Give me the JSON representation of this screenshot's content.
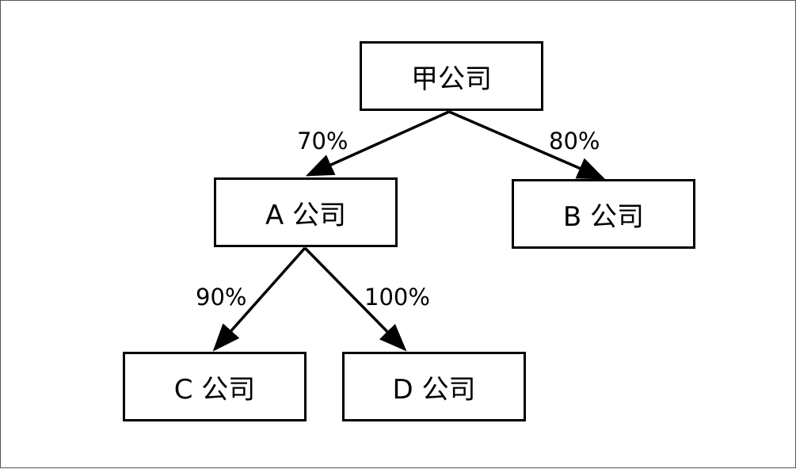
{
  "nodes": {
    "parent": "甲公司",
    "a": "A 公司",
    "b": "B 公司",
    "c": "C 公司",
    "d": "D 公司"
  },
  "edges": {
    "parent_to_a": "70%",
    "parent_to_b": "80%",
    "a_to_c": "90%",
    "a_to_d": "100%"
  },
  "colors": {
    "stroke": "#000000",
    "background": "#ffffff",
    "frame": "#555555"
  }
}
